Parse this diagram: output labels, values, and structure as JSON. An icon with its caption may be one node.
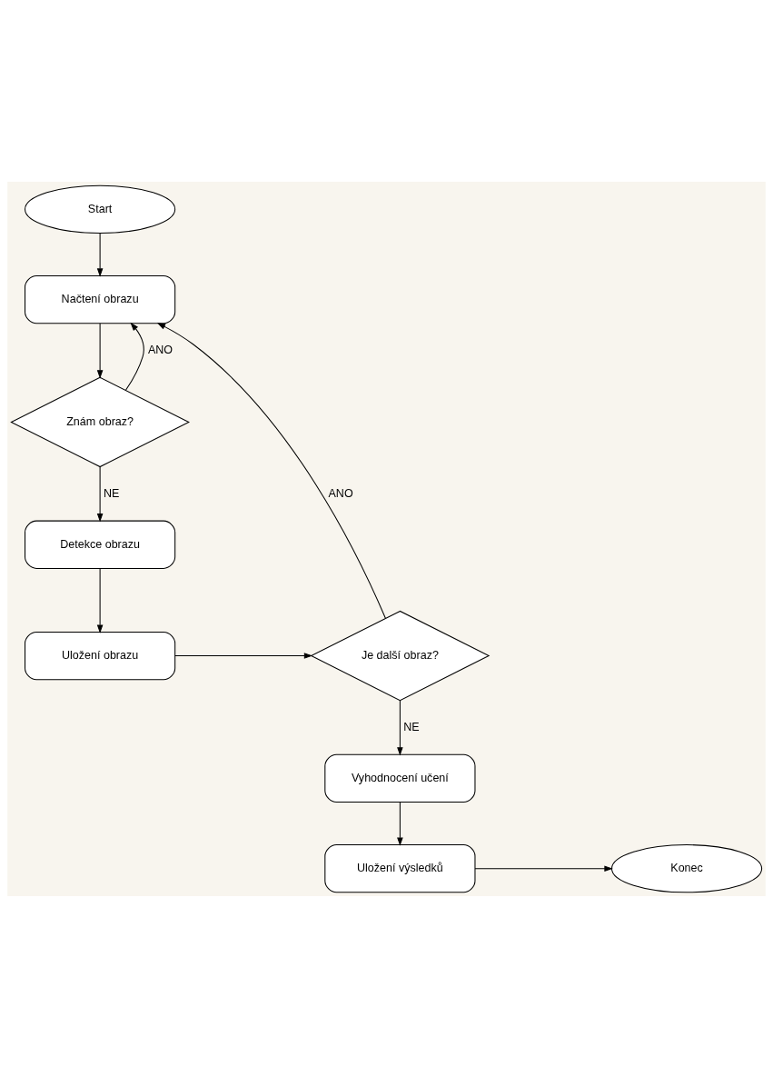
{
  "diagram": {
    "nodes": [
      {
        "text": [
          "Start"
        ]
      },
      {
        "text": [
          "Načtení obrazu"
        ]
      },
      {
        "text": [
          "Znám obraz?"
        ]
      },
      {
        "text": [
          "Detekce obrazu"
        ]
      },
      {
        "text": [
          "Uložení obrazu"
        ]
      },
      {
        "text": [
          "Je další obraz?"
        ]
      },
      {
        "text": [
          "Vyhodnocení učení"
        ]
      },
      {
        "text": [
          "Uložení výsledků"
        ]
      },
      {
        "text": [
          "Konec"
        ]
      }
    ],
    "edges": [
      {
        "from": 0,
        "to": 1,
        "arrow": "to"
      },
      {
        "from": 1,
        "to": 2,
        "arrow": "to"
      },
      {
        "from": 2,
        "to": 1,
        "arrow": "to",
        "label": "ANO"
      },
      {
        "from": 2,
        "to": 3,
        "arrow": "to",
        "label": "NE"
      },
      {
        "from": 3,
        "to": 4,
        "arrow": "to"
      },
      {
        "from": 4,
        "to": 5,
        "arrow": "to"
      },
      {
        "from": 5,
        "to": 1,
        "arrow": "to",
        "label": "ANO"
      },
      {
        "from": 5,
        "to": 6,
        "arrow": "to",
        "label": "NE"
      },
      {
        "from": 6,
        "to": 7,
        "arrow": "to"
      },
      {
        "from": 7,
        "to": 8,
        "arrow": "to"
      }
    ]
  }
}
